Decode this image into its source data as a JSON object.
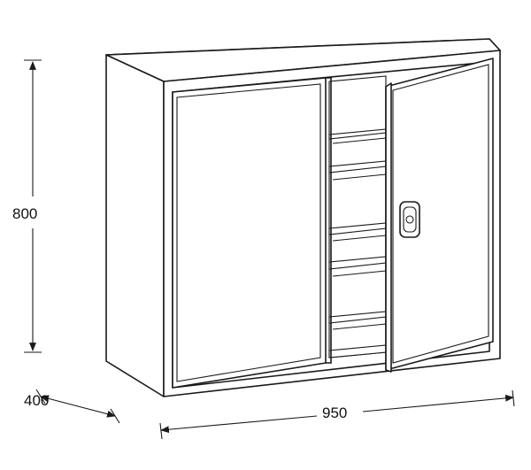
{
  "dimensions": {
    "height": "800",
    "depth": "400",
    "width": "950"
  }
}
